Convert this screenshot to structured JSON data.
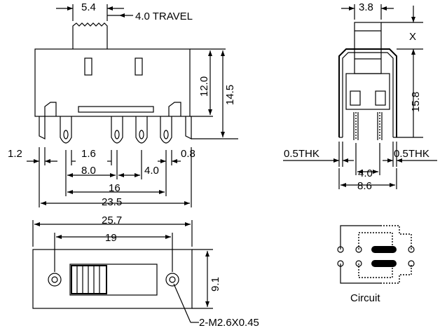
{
  "colors": {
    "ink": "#000000",
    "background": "#ffffff"
  },
  "front_view": {
    "dims": {
      "actuator_width": "5.4",
      "travel": "4.0 TRAVEL",
      "body_height": "12.0",
      "overall_height": "14.5",
      "end_pitch": "1.2",
      "terminal_pitch": "1.6",
      "terminal_width": "0.8",
      "row_span": "8.0",
      "pin_pitch": "4.0",
      "terminal_span": "16",
      "bracket_span": "23.5"
    }
  },
  "side_view": {
    "dims": {
      "actuator_depth": "3.8",
      "actuator_height": "X",
      "frame_height": "15.8",
      "thickness_left": "0.5THK",
      "thickness_right": "0.5THK",
      "row_spacing": "4.0",
      "leg_spacing": "8.6"
    }
  },
  "top_view": {
    "dims": {
      "overall_length": "25.7",
      "hole_spacing": "19",
      "body_width": "9.1",
      "mount_hole": "2-M2.6X0.45"
    }
  },
  "circuit": {
    "label": "Circuit"
  }
}
